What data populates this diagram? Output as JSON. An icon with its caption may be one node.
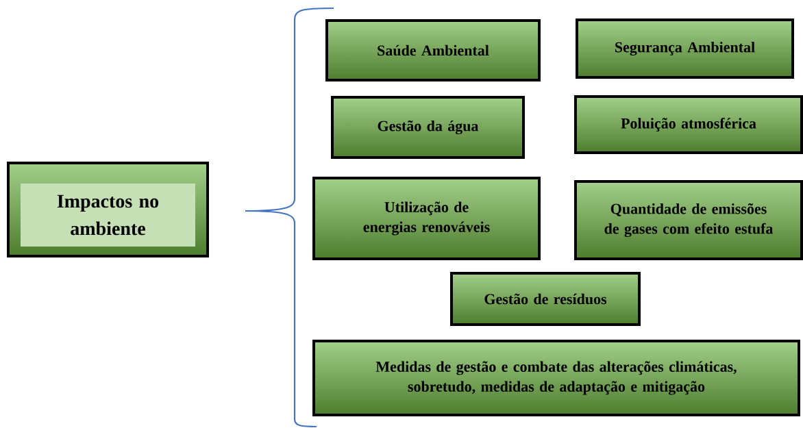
{
  "diagram": {
    "nodes": [
      {
        "text": [
          "Impactos no ambiente"
        ]
      },
      {
        "text": [
          "Saúde Ambiental"
        ]
      },
      {
        "text": [
          "Segurança Ambiental"
        ]
      },
      {
        "text": [
          "Gestão da água"
        ]
      },
      {
        "text": [
          "Poluição atmosférica"
        ]
      },
      {
        "text": [
          "Utilização de energias renováveis"
        ]
      },
      {
        "text": [
          "Quantidade de emissões de gases com efeito estufa"
        ]
      },
      {
        "text": [
          "Gestão de resíduos"
        ]
      },
      {
        "text": [
          "Medidas de gestão e combate das alterações climáticas, sobretudo, medidas de adaptação e mitigação"
        ]
      }
    ]
  }
}
